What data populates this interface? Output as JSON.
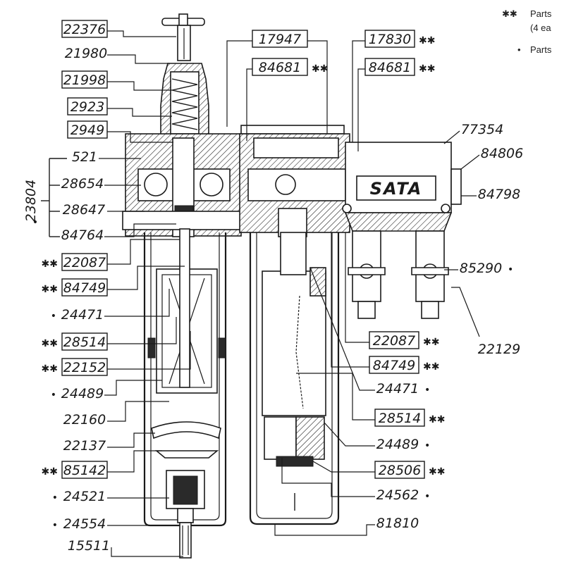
{
  "legend": {
    "double_star_symbol": "✱✱",
    "double_star_text": "Parts",
    "double_star_text2": "(4 ea",
    "bullet_symbol": "•",
    "bullet_text": "Parts"
  },
  "housing_logo": "SATA",
  "group_bracket_label": "23804",
  "parts": [
    {
      "id": "p22376",
      "number": "22376",
      "boxed": true,
      "prefix": ""
    },
    {
      "id": "p21980",
      "number": "21980",
      "boxed": false,
      "prefix": ""
    },
    {
      "id": "p21998",
      "number": "21998",
      "boxed": true,
      "prefix": ""
    },
    {
      "id": "p2923",
      "number": "2923",
      "boxed": true,
      "prefix": ""
    },
    {
      "id": "p2949",
      "number": "2949",
      "boxed": true,
      "prefix": ""
    },
    {
      "id": "p521",
      "number": "521",
      "boxed": false,
      "prefix": ""
    },
    {
      "id": "p28654",
      "number": "28654",
      "boxed": false,
      "prefix": ""
    },
    {
      "id": "p28647",
      "number": "28647",
      "boxed": false,
      "prefix": ""
    },
    {
      "id": "p84764",
      "number": "84764",
      "boxed": false,
      "prefix": ""
    },
    {
      "id": "p22087L",
      "number": "22087",
      "boxed": true,
      "prefix": "✱✱"
    },
    {
      "id": "p84749L",
      "number": "84749",
      "boxed": true,
      "prefix": "✱✱"
    },
    {
      "id": "p24471L",
      "number": "24471",
      "boxed": false,
      "prefix": "•"
    },
    {
      "id": "p28514L",
      "number": "28514",
      "boxed": true,
      "prefix": "✱✱"
    },
    {
      "id": "p22152",
      "number": "22152",
      "boxed": true,
      "prefix": "✱✱"
    },
    {
      "id": "p24489L",
      "number": "24489",
      "boxed": false,
      "prefix": "•"
    },
    {
      "id": "p22160",
      "number": "22160",
      "boxed": false,
      "prefix": ""
    },
    {
      "id": "p22137",
      "number": "22137",
      "boxed": false,
      "prefix": ""
    },
    {
      "id": "p85142",
      "number": "85142",
      "boxed": true,
      "prefix": "✱✱"
    },
    {
      "id": "p24521",
      "number": "24521",
      "boxed": false,
      "prefix": "•"
    },
    {
      "id": "p24554",
      "number": "24554",
      "boxed": false,
      "prefix": "•"
    },
    {
      "id": "p15511",
      "number": "15511",
      "boxed": false,
      "prefix": ""
    },
    {
      "id": "p17947",
      "number": "17947",
      "boxed": true,
      "prefix": ""
    },
    {
      "id": "p84681a",
      "number": "84681",
      "boxed": true,
      "suffix": "✱✱"
    },
    {
      "id": "p17830",
      "number": "17830",
      "boxed": true,
      "suffix": "✱✱"
    },
    {
      "id": "p84681b",
      "number": "84681",
      "boxed": true,
      "suffix": "✱✱"
    },
    {
      "id": "p77354",
      "number": "77354",
      "boxed": false,
      "suffix": ""
    },
    {
      "id": "p84806",
      "number": "84806",
      "boxed": false,
      "suffix": ""
    },
    {
      "id": "p84798",
      "number": "84798",
      "boxed": false,
      "suffix": ""
    },
    {
      "id": "p85290",
      "number": "85290",
      "boxed": false,
      "suffix": "•"
    },
    {
      "id": "p22087R",
      "number": "22087",
      "boxed": true,
      "suffix": "✱✱"
    },
    {
      "id": "p22129",
      "number": "22129",
      "boxed": false,
      "suffix": ""
    },
    {
      "id": "p84749R",
      "number": "84749",
      "boxed": true,
      "suffix": "✱✱"
    },
    {
      "id": "p24471R",
      "number": "24471",
      "boxed": false,
      "suffix": "•"
    },
    {
      "id": "p28514R",
      "number": "28514",
      "boxed": true,
      "suffix": "✱✱"
    },
    {
      "id": "p24489R",
      "number": "24489",
      "boxed": false,
      "suffix": "•"
    },
    {
      "id": "p28506",
      "number": "28506",
      "boxed": true,
      "suffix": "✱✱"
    },
    {
      "id": "p24562",
      "number": "24562",
      "boxed": false,
      "suffix": "•"
    },
    {
      "id": "p81810",
      "number": "81810",
      "boxed": false,
      "suffix": ""
    }
  ]
}
